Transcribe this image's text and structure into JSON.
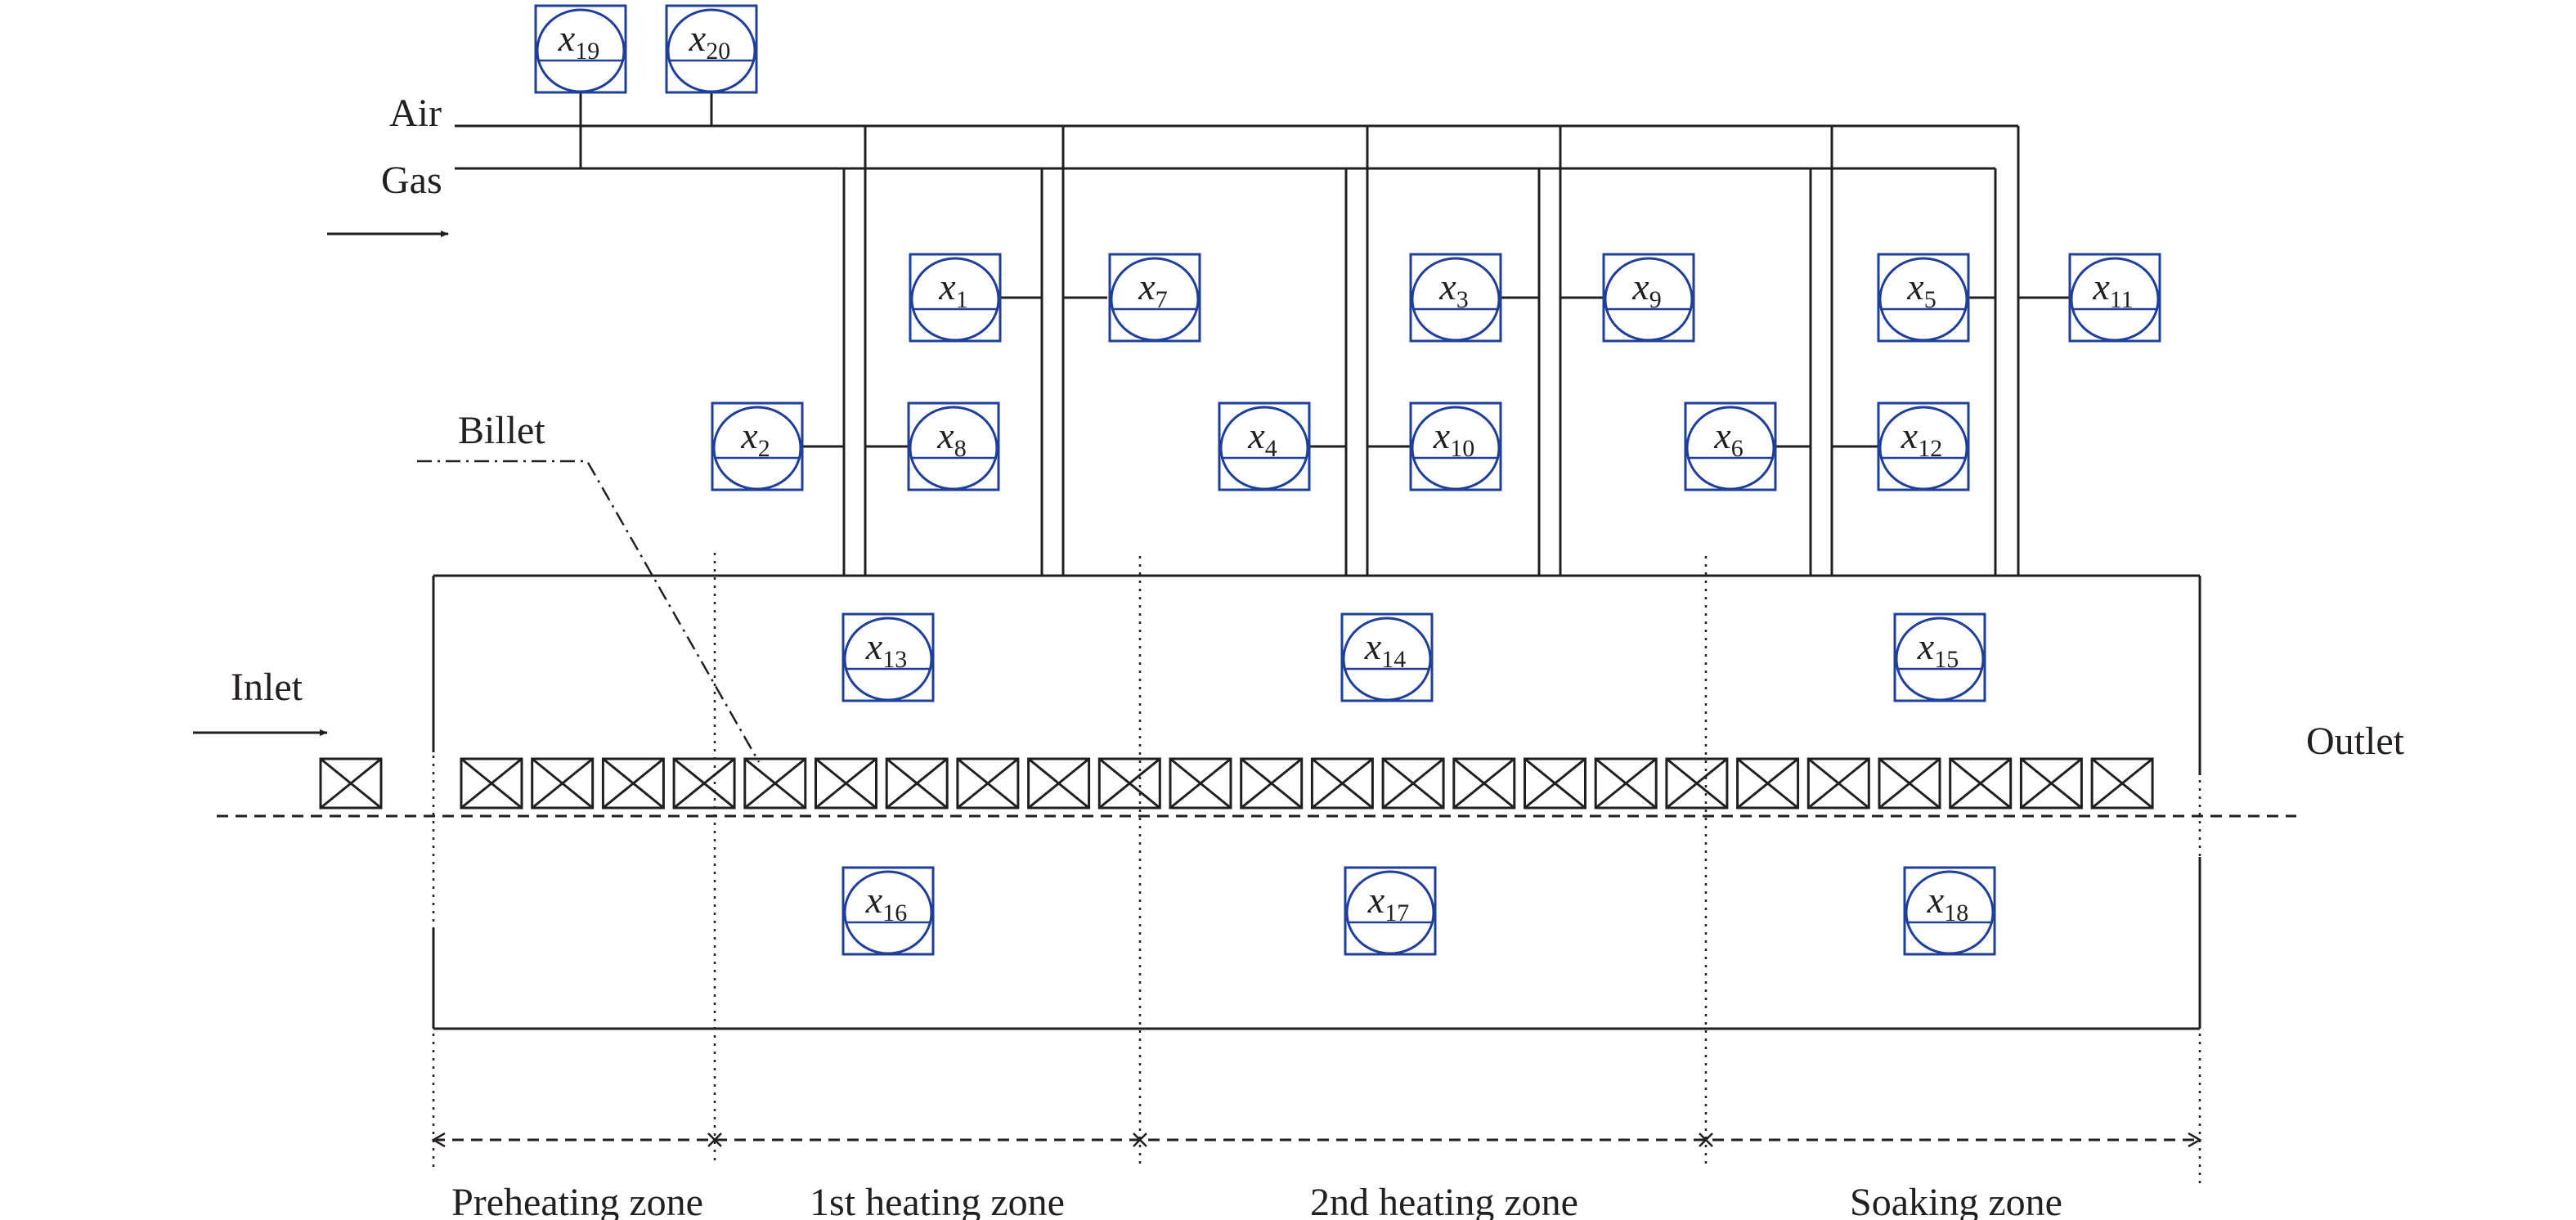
{
  "labels": {
    "air": "Air",
    "gas": "Gas",
    "billet": "Billet",
    "inlet": "Inlet",
    "outlet": "Outlet"
  },
  "zones": [
    "Preheating zone",
    "1st heating zone",
    "2nd heating zone",
    "Soaking zone"
  ],
  "sensor_symbol": "x",
  "sensors": [
    "19",
    "20",
    "1",
    "7",
    "3",
    "9",
    "5",
    "11",
    "2",
    "8",
    "4",
    "10",
    "6",
    "12",
    "13",
    "14",
    "15",
    "16",
    "17",
    "18"
  ],
  "colors": {
    "line": "#231f20",
    "sensor": "#1f3f9a"
  }
}
